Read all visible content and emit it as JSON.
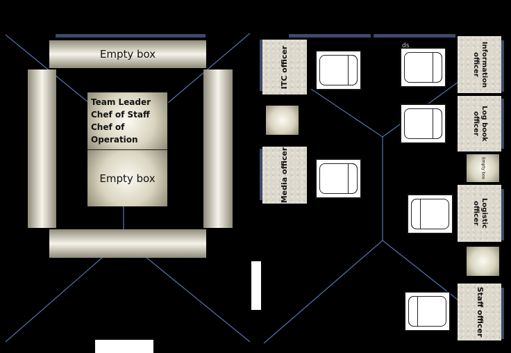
{
  "left_room": {
    "top_box": "Empty box",
    "center_top_lines": [
      "Team Leader",
      "Chef of Staff",
      "Chef of Operation"
    ],
    "center_bottom_box": "Empty box"
  },
  "right_room": {
    "itc_officer": "ITC  officer",
    "media_officer": "Media officer",
    "information_officer": [
      "Information",
      "officer"
    ],
    "log_book_officer": [
      "Log book",
      "officer"
    ],
    "small_empty_box": "Empty box",
    "logistic_officer": [
      "Logistic",
      "officer"
    ],
    "staff_officer": [
      "Staff  officer"
    ]
  },
  "artifact_text": "ds",
  "colors": {
    "background": "#000000",
    "line": "#4f6fa8",
    "bar": "#3c4a6b",
    "station": "#dcd8cc"
  }
}
